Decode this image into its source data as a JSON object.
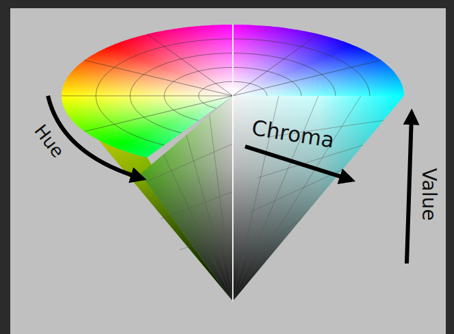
{
  "diagram": {
    "labels": [
      "Hue",
      "Chroma",
      "Value"
    ]
  }
}
